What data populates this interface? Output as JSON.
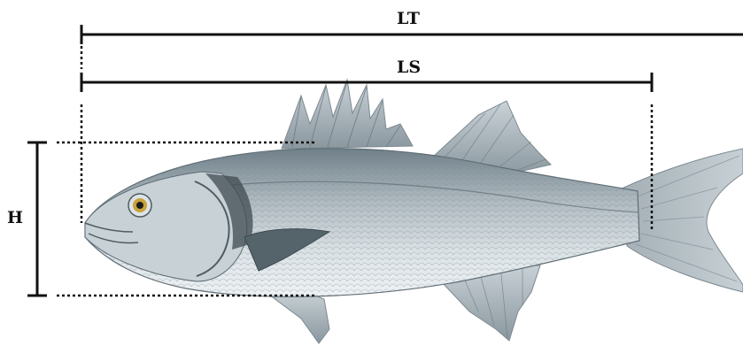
{
  "labels": {
    "total_length": "LT",
    "standard_length": "LS",
    "height": "H"
  },
  "illustration": {
    "subject": "fish-illustration",
    "colors": {
      "body_light": "#dfe6ea",
      "body_mid": "#a9b6bd",
      "body_dark": "#6d7d86",
      "fin": "#9aa7ae",
      "line": "#111111",
      "eye": "#c9a23a"
    }
  }
}
